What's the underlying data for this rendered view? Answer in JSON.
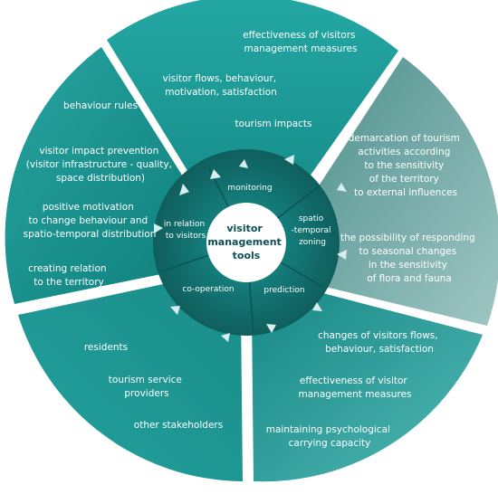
{
  "center": {
    "lines": [
      "visitor",
      "management",
      "tools"
    ]
  },
  "segments": [
    {
      "id": "monitoring",
      "label": [
        "monitoring"
      ],
      "items": [
        [
          "effectiveness of visitors",
          "management measures"
        ],
        [
          "visitor flows, behaviour,",
          "motivation, satisfaction"
        ],
        [
          "tourism impacts"
        ]
      ]
    },
    {
      "id": "spatio-temporal-zoning",
      "label": [
        "spatio",
        "-temporal",
        "zoning"
      ],
      "items": [
        [
          "demarcation of tourism",
          "activities according",
          "to the sensitivity",
          "of the territory",
          "to external influences"
        ],
        [
          "the possibility of responding",
          "to seasonal changes",
          "in the sensitivity",
          "of flora and fauna"
        ]
      ]
    },
    {
      "id": "prediction",
      "label": [
        "prediction"
      ],
      "items": [
        [
          "changes of visitors flows,",
          "behaviour, satisfaction"
        ],
        [
          "effectiveness of visitor",
          "management measures"
        ],
        [
          "maintaining psychological",
          "carrying capacity"
        ]
      ]
    },
    {
      "id": "co-operation",
      "label": [
        "co-operation"
      ],
      "items": [
        [
          "residents"
        ],
        [
          "tourism service",
          "providers"
        ],
        [
          "other stakeholders"
        ]
      ]
    },
    {
      "id": "in-relation-to-visitors",
      "label": [
        "in relation",
        "to visitors"
      ],
      "items": [
        [
          "behaviour rules"
        ],
        [
          "visitor impact prevention",
          "(visitor infrastructure - quality,",
          "space distribution)"
        ],
        [
          "positive motivation",
          "to change behaviour and",
          "spatio-temporal distribution"
        ],
        [
          "creating relation",
          "to the territory"
        ]
      ]
    }
  ],
  "colors": {
    "monitoring": "#1e9f9c",
    "zoning": "#7fb0ad",
    "prediction": "#2fa6a3",
    "cooperation": "#1f8f8c",
    "relation": "#179590",
    "inner_ring": "#16706f",
    "center_fill": "#ffffff",
    "center_text": "#0b4f55",
    "arrow": "#d7eeee"
  }
}
